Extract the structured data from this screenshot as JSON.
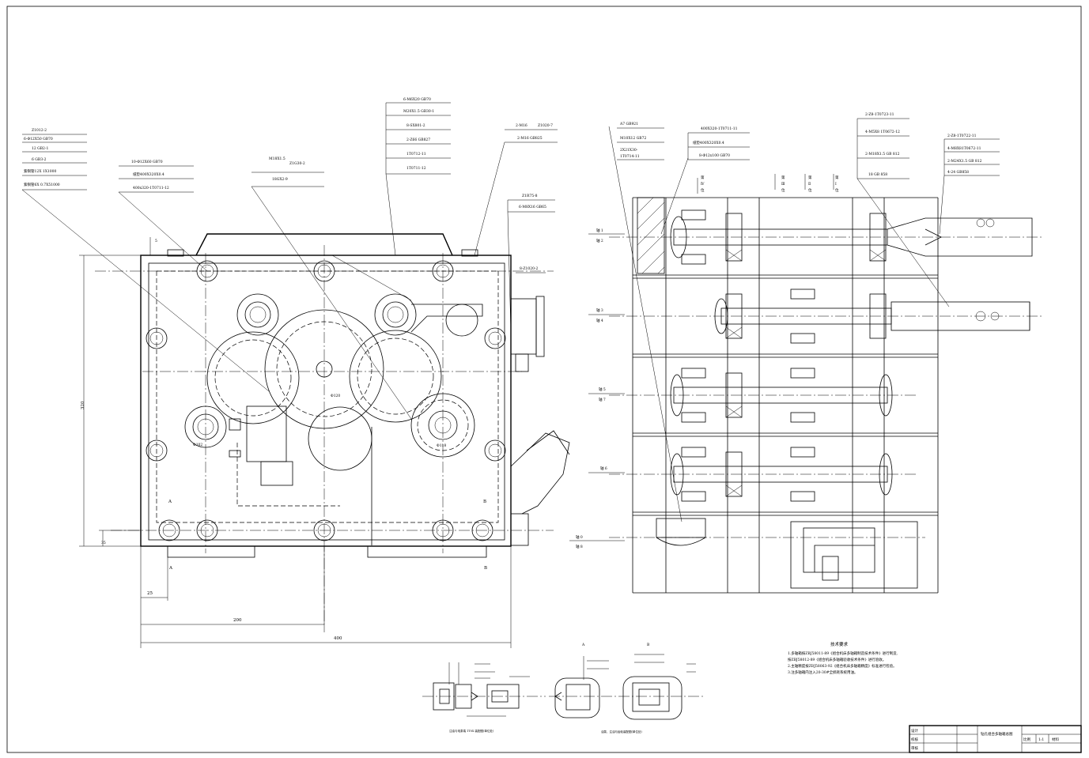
{
  "front_view": {
    "callouts": {
      "c1": [
        "Z1012-2",
        "6-Φ12X50 GB70",
        "12  GB2-1",
        "6  GB3-2",
        "紫铜管12X    1X1000",
        "紫铜管6X        0.7X51000"
      ],
      "c2": [
        "10-Φ12X60 GB70",
        "纸垫400X320X0.4",
        "400x320-1T0711-12"
      ],
      "c3a": "M18X1.5",
      "c3b": "Z1G30-2",
      "c3c": "18GX2-9",
      "c4": [
        "6-M6X20 GB70",
        "M20X1.5 GB30-1",
        "8-SX801-2",
        "2-Z66 GB827",
        "1T0712-11",
        "1T0711-12"
      ],
      "c5": [
        "2-M16",
        "Z1020-7",
        "2-M16 GB825"
      ],
      "c6": [
        "Z1R75-8",
        "6-M8X16 GB65"
      ],
      "c7": "8-Z1020-2"
    },
    "dims": {
      "height": "320",
      "left_small": "25",
      "half_width": "200",
      "width": "400",
      "bottom_small": "35",
      "top_small": "5"
    },
    "section_marks": {
      "a": "A",
      "b": "B"
    },
    "hole_labels": {
      "h1": "Φ120",
      "h2": "Φ102",
      "h3": "Φ118"
    }
  },
  "side_view": {
    "callouts_left": [
      "A7 GB921",
      "M10X12 GB72",
      "2X21X30-",
      "1T0714-11"
    ],
    "callouts_mid": [
      "400X320-1T0711-11",
      "纸垫400X320X0.4",
      "8-Φ12x100 GB70"
    ],
    "callouts_right1": [
      "2-Z8-1T0723-11",
      "4-M5X8 1T0672-12",
      "2-M18X1.5 GB 812",
      "18 GB 858"
    ],
    "callouts_right2": [
      "2-Z8-1T0722-11",
      "4-M8X81T0672-11",
      "2-M24X1.5 GB 812",
      "4-24 GB858"
    ],
    "positions": [
      "第\nⅣ\n位",
      "第\nⅢ\n位",
      "第\nⅡ\n位",
      "第\nⅠ\n位"
    ],
    "shafts": [
      {
        "a": "轴  1",
        "b": "轴  2"
      },
      {
        "a": "轴  3",
        "b": "轴  4"
      },
      {
        "a": "轴  5",
        "b": "轴  7"
      },
      {
        "a": "轴  6",
        "b": ""
      },
      {
        "a": "轴  0",
        "b": "轴  8"
      }
    ]
  },
  "tech_req": {
    "title": "技术要求",
    "lines": [
      "1.多轴箱按ZBJ58011-89《组合机床多轴箱制造技术条件》进行制造,",
      "  按ZBJ58012-89《组合机床多轴箱验收技术条件》进行验收。",
      "2.主轴精度按ZBJ58063-92《组合机床多轴箱精度》标准进行检验。",
      "3.注多轴箱内注入20-30#全损耗系统用油。"
    ]
  },
  "details": {
    "caption_left": "注油与电泵端 1T0X 装配图(单位处)",
    "caption_right": "油泵、注油与齿轮装配图(单位处)",
    "marks": [
      "A",
      "B"
    ]
  },
  "title_block": {
    "title": "钻孔组合多轴箱总图",
    "design": "设计",
    "check": "校核",
    "approve": "审核",
    "scale_label": "比例",
    "scale_value": "1:1",
    "material": "材料"
  }
}
